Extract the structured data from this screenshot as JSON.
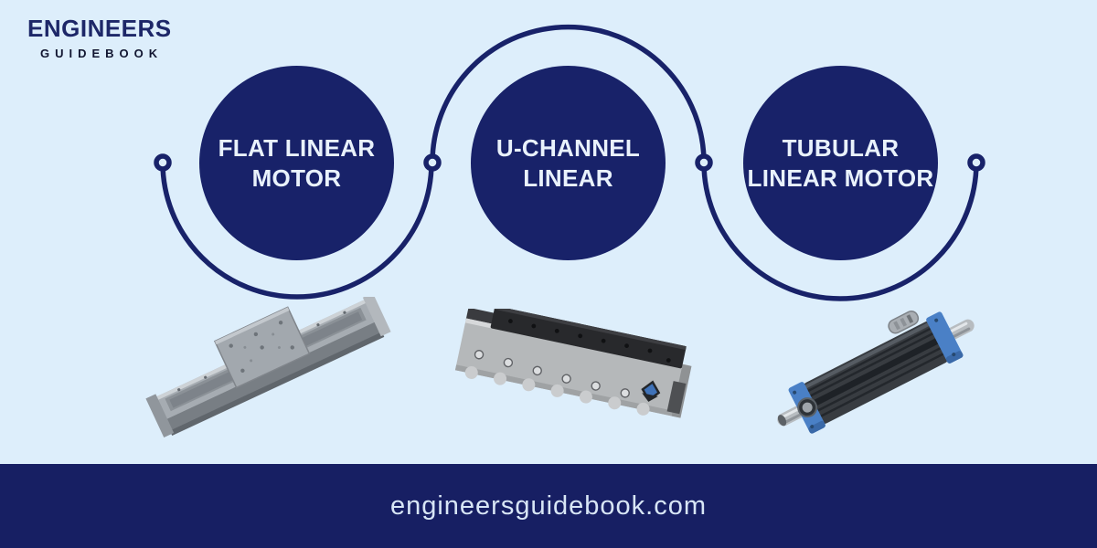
{
  "colors": {
    "background": "#ddeefb",
    "navy": "#182269",
    "footer_bg": "#171f63",
    "circle_text": "#e9f2fc",
    "footer_text": "#d8e6f6",
    "logo_title": "#1d2768",
    "logo_subtitle": "#111530"
  },
  "logo": {
    "title": "ENGINEERS",
    "subtitle": "GUIDEBOOK"
  },
  "motors": [
    {
      "label": "FLAT LINEAR MOTOR",
      "line1": "FLAT LINEAR",
      "line2": "MOTOR",
      "image": "flat-linear-motor-photo"
    },
    {
      "label": "U-CHANNEL LINEAR",
      "line1": "U-CHANNEL",
      "line2": "LINEAR",
      "image": "u-channel-linear-motor-photo"
    },
    {
      "label": "TUBULAR LINEAR MOTOR",
      "line1": "TUBULAR",
      "line2": "LINEAR MOTOR",
      "image": "tubular-linear-motor-photo"
    }
  ],
  "footer": {
    "website": "engineersguidebook.com"
  }
}
